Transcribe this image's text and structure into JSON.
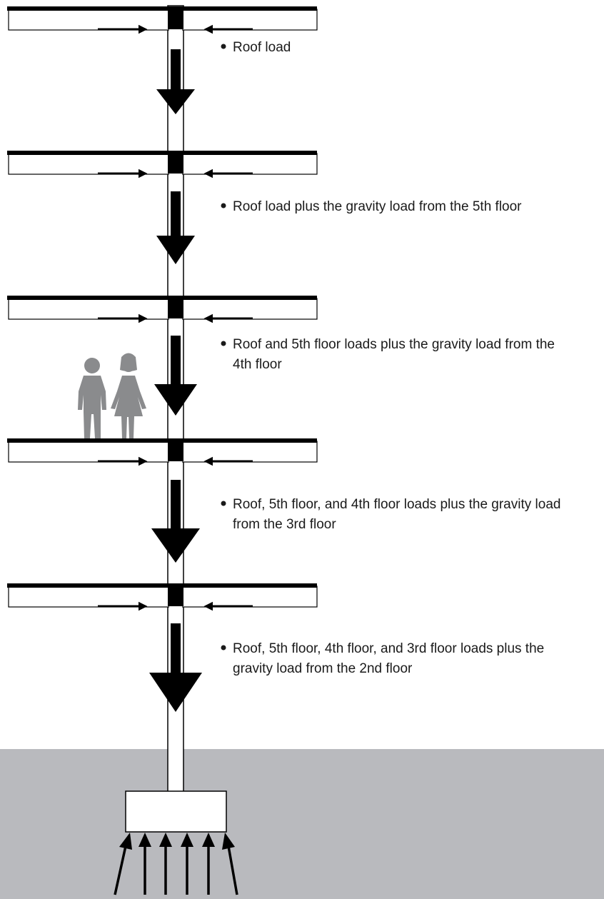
{
  "diagram": {
    "type": "gravity-load-path",
    "colors": {
      "background": "#ffffff",
      "ground": "#b9babe",
      "ink": "#000000",
      "people": "#8a8b8d",
      "text": "#1a1a1a"
    },
    "annotations": [
      {
        "id": "roof",
        "lines": [
          "Roof load"
        ]
      },
      {
        "id": "floor-5",
        "lines": [
          "Roof load plus the gravity load from the 5th floor"
        ]
      },
      {
        "id": "floor-4",
        "lines": [
          "Roof and 5th floor loads plus the gravity load from the",
          "4th floor"
        ]
      },
      {
        "id": "floor-3",
        "lines": [
          "Roof, 5th floor, and 4th floor loads plus the gravity load",
          "from the 3rd floor"
        ]
      },
      {
        "id": "floor-2",
        "lines": [
          "Roof, 5th floor, 4th floor, and 3rd floor loads plus the",
          "gravity load from the 2nd floor"
        ]
      }
    ],
    "figures": [
      {
        "id": "man",
        "icon": "man-figure-icon"
      },
      {
        "id": "woman",
        "icon": "woman-figure-icon"
      }
    ],
    "icons": {
      "floor_transfer_arrow": "arrow-right-icon",
      "load_arrow": "arrow-down-icon",
      "bearing_arrow": "arrow-up-icon"
    }
  }
}
